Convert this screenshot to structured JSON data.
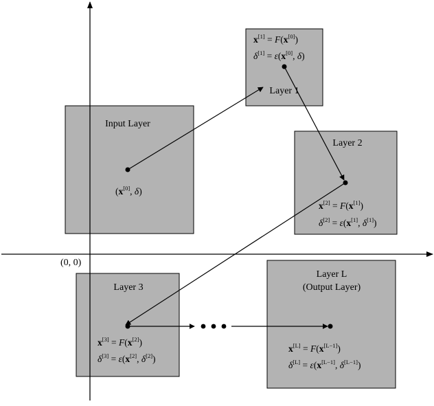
{
  "diagram": {
    "origin_label": "(0, 0)",
    "colors": {
      "box_fill": "#b3b3b3",
      "stroke": "#000000",
      "background": "#ffffff"
    },
    "input_layer": {
      "title": "Input Layer",
      "point_label": {
        "var": "x",
        "sup": "[0]",
        "delta": "δ"
      }
    },
    "layer1": {
      "title": "Layer 1",
      "eq_x": {
        "lhs": "x",
        "lhs_sup": "[1]",
        "rhs_fn": "F",
        "rhs_var": "x",
        "rhs_sup": "[0]"
      },
      "eq_d": {
        "lhs": "δ",
        "lhs_sup": "[1]",
        "rhs_fn": "ε",
        "rhs_var": "x",
        "rhs_sup": "[0]",
        "rhs_d": "δ",
        "rhs_d_sup": ""
      }
    },
    "layer2": {
      "title": "Layer 2",
      "eq_x": {
        "lhs": "x",
        "lhs_sup": "[2]",
        "rhs_fn": "F",
        "rhs_var": "x",
        "rhs_sup": "[1]"
      },
      "eq_d": {
        "lhs": "δ",
        "lhs_sup": "[2]",
        "rhs_fn": "ε",
        "rhs_var": "x",
        "rhs_sup": "[1]",
        "rhs_d": "δ",
        "rhs_d_sup": "[1]"
      }
    },
    "layer3": {
      "title": "Layer 3",
      "eq_x": {
        "lhs": "x",
        "lhs_sup": "[3]",
        "rhs_fn": "F",
        "rhs_var": "x",
        "rhs_sup": "[2]"
      },
      "eq_d": {
        "lhs": "δ",
        "lhs_sup": "[3]",
        "rhs_fn": "ε",
        "rhs_var": "x",
        "rhs_sup": "[2]",
        "rhs_d": "δ",
        "rhs_d_sup": "[2]"
      }
    },
    "layerL": {
      "title_line1": "Layer L",
      "title_line2": "(Output Layer)",
      "eq_x": {
        "lhs": "x",
        "lhs_sup": "[L]",
        "rhs_fn": "F",
        "rhs_var": "x",
        "rhs_sup": "[L−1]"
      },
      "eq_d": {
        "lhs": "δ",
        "lhs_sup": "[L]",
        "rhs_fn": "ε",
        "rhs_var": "x",
        "rhs_sup": "[L−1]",
        "rhs_d": "δ",
        "rhs_d_sup": "[L−1]"
      }
    }
  }
}
